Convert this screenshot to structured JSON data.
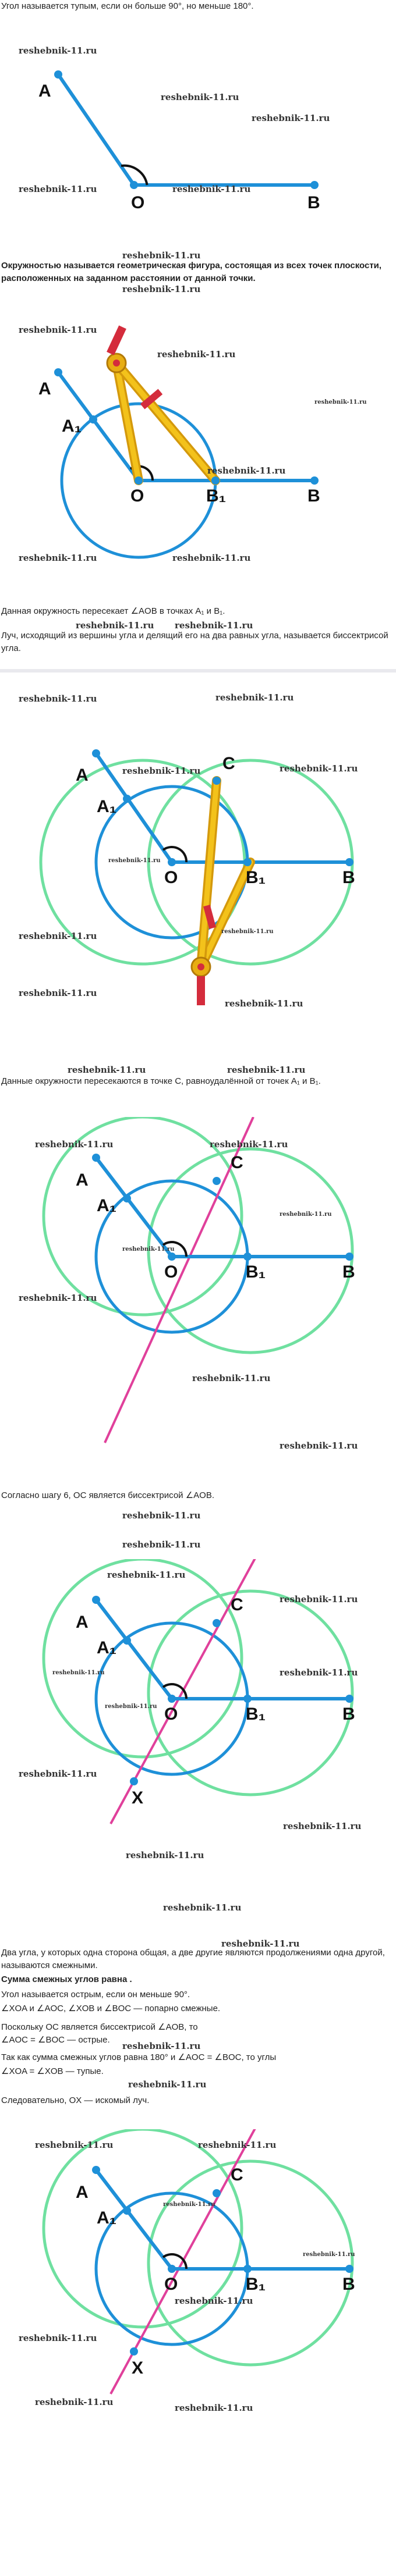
{
  "texts": {
    "p1": "Угол называется тупым, если он больше 90°, но меньше 180°.",
    "p2": "Окружностью называется геометрическая фигура, состоящая из всех точек плоскости, расположенных на заданном расстоянии от данной точки.",
    "p3": "Данная окружность пересекает ∠AOB в точках A₁ и B₁.",
    "p4": "Луч, исходящий из вершины угла и делящий его на два равных угла, называется биссектрисой угла.",
    "p5": "Данные окружности пересекаются в точке C, равноудалённой от точек A₁ и B₁.",
    "p6": "Согласно шагу 6, OC является биссектрисой ∠AOB.",
    "p7": "Два угла, у которых одна сторона общая, а две другие являются продолжениями одна другой, называются смежными.",
    "p8": "Сумма смежных углов равна .",
    "p9": "Угол называется острым, если он меньше 90°.",
    "p10": "∠XOA и ∠AOC, ∠XOB и ∠BOC — попарно смежные.",
    "p11": "Поскольку OC является биссектрисой ∠AOB, то",
    "p12": "∠AOC = ∠BOC — острые.",
    "p13": "Так как сумма смежных углов равна 180° и ∠AOC = ∠BOC, то углы",
    "p14": "∠XOA = ∠XOB — тупые.",
    "p15": "Следовательно, OX — искомый луч."
  },
  "watermark": "reshebnik-11.ru",
  "labels": {
    "A": "A",
    "O": "O",
    "B": "B",
    "A1": "A₁",
    "B1": "B₁",
    "C": "C",
    "X": "X"
  },
  "colors": {
    "blue": "#1e90d8",
    "green": "#6fe0a0",
    "magenta": "#e0409b",
    "compass_gold": "#e8ad12",
    "compass_red": "#d42c3c"
  }
}
